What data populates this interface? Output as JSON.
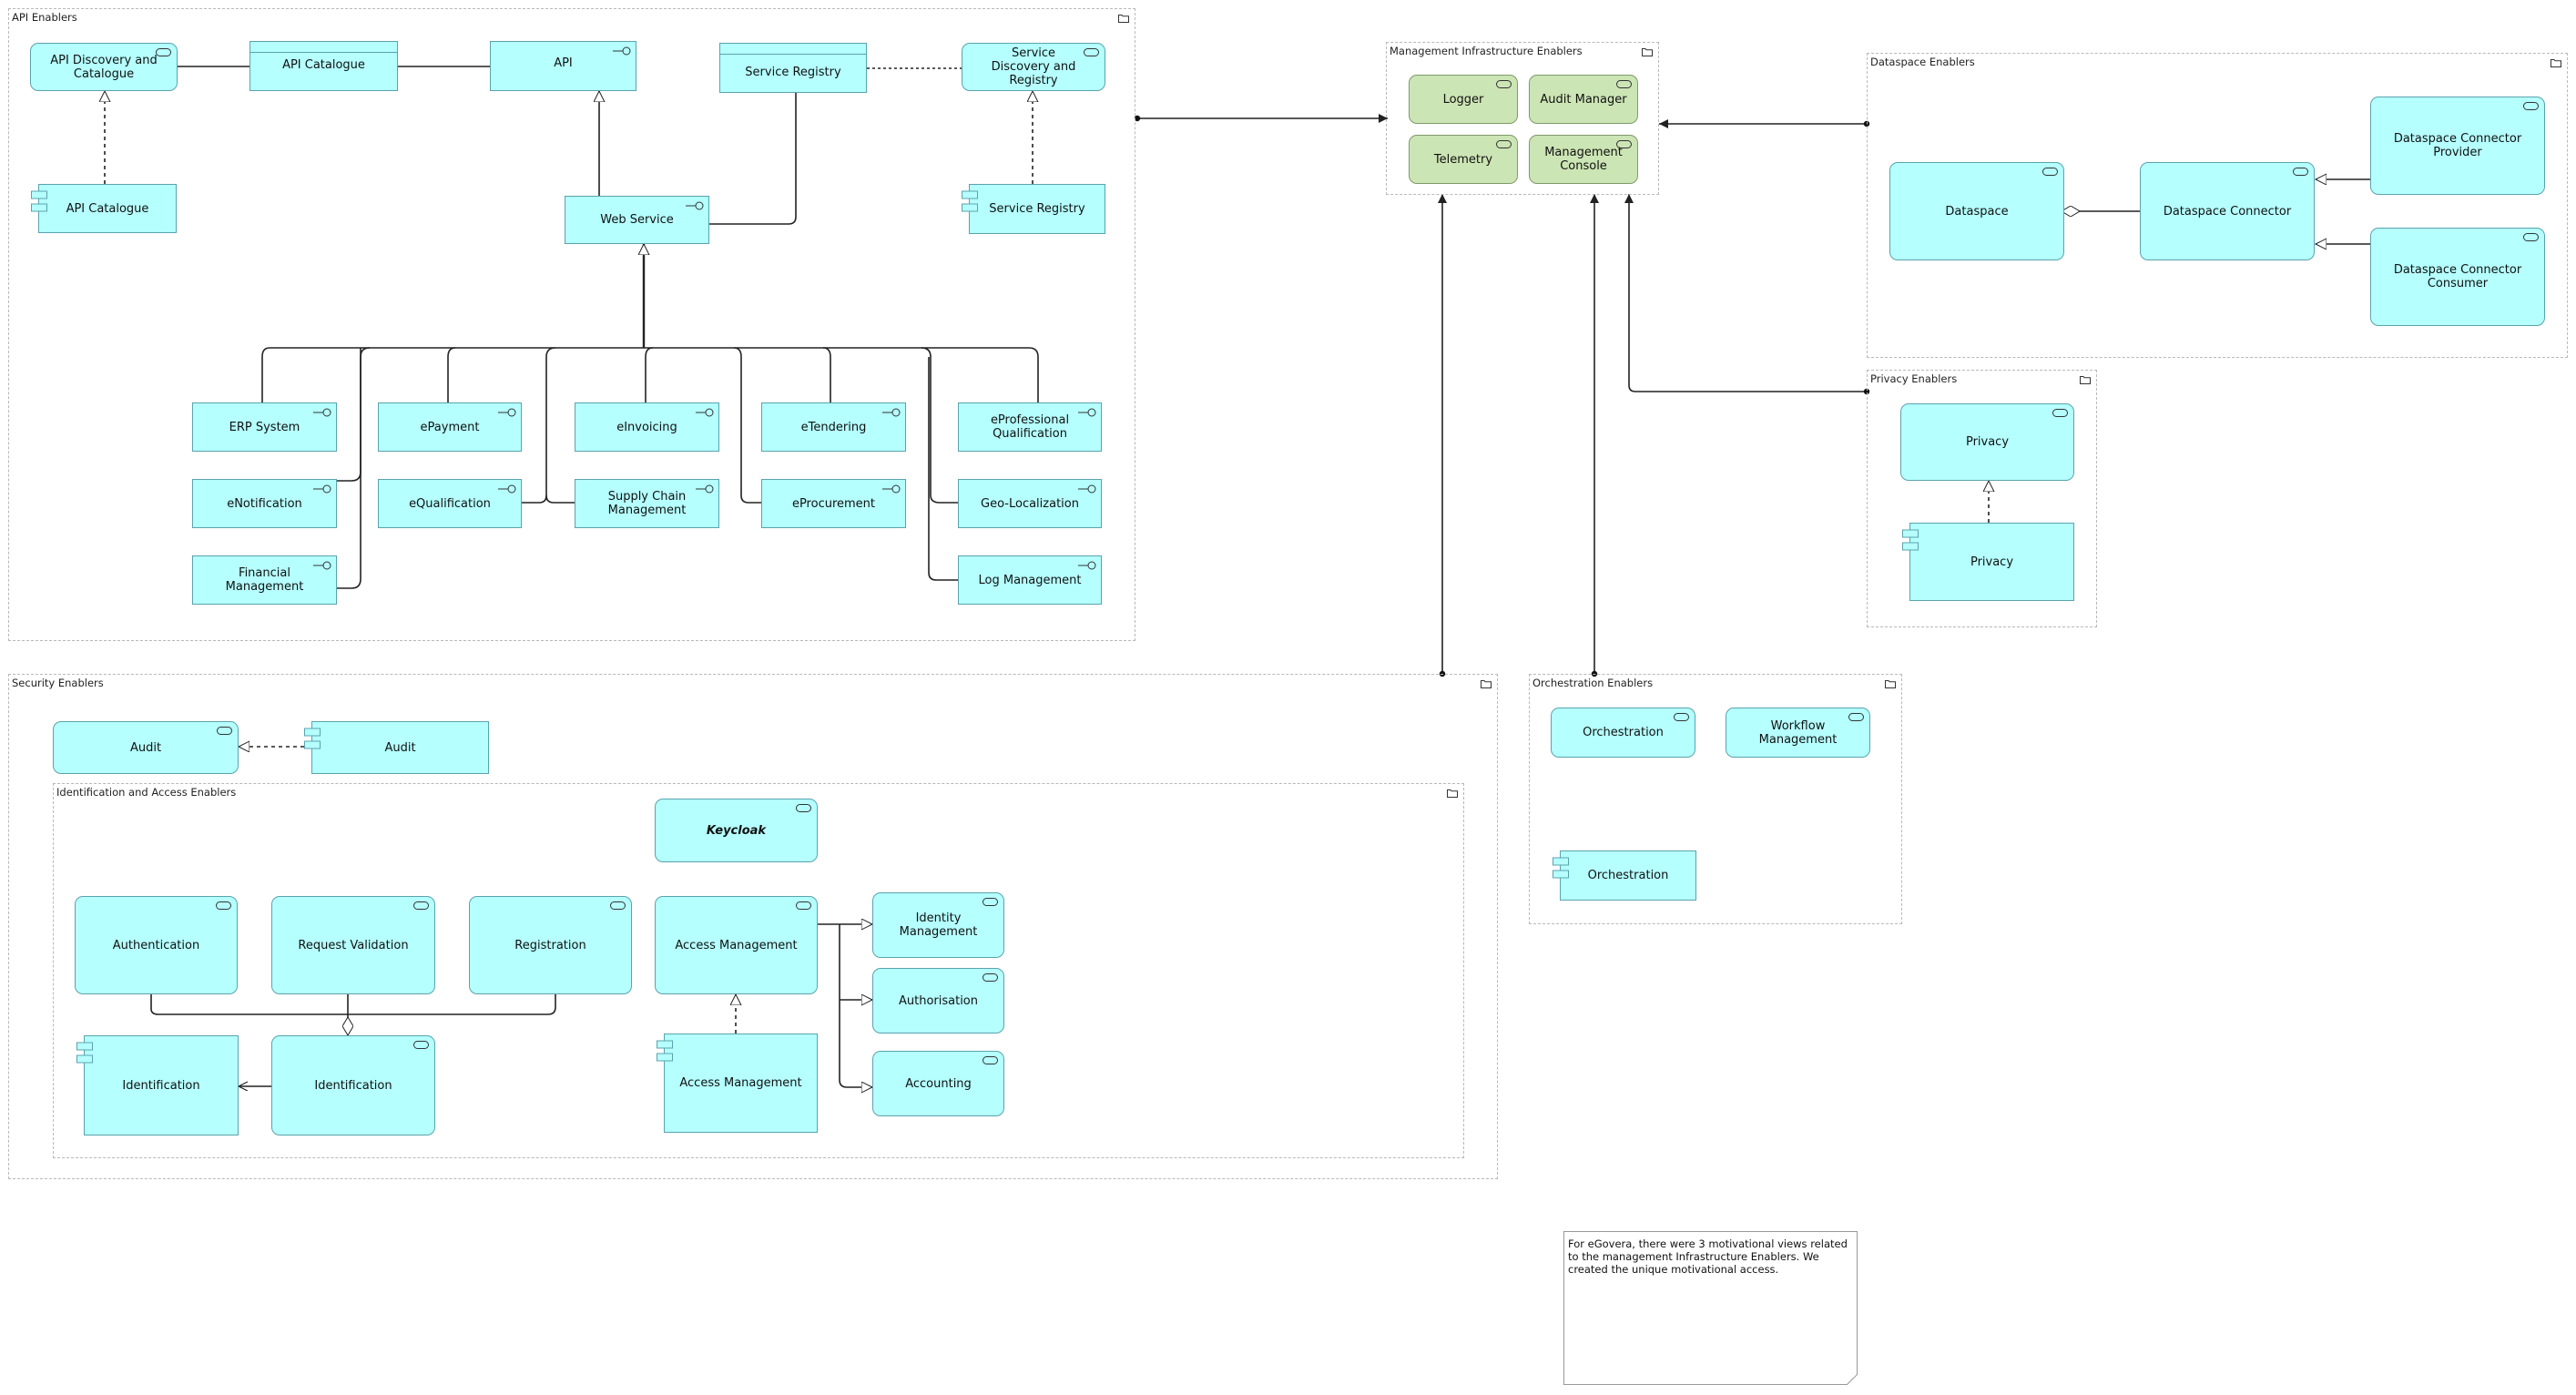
{
  "colors": {
    "application": "#b5ffff",
    "technology": "#cce5b4",
    "group_border": "#b8b8b8",
    "line": "#222222"
  },
  "groups": {
    "api": "API Enablers",
    "management": "Management Infrastructure Enablers",
    "dataspace": "Dataspace Enablers",
    "privacy": "Privacy Enablers",
    "security": "Security Enablers",
    "identity": "Identification and Access Enablers",
    "orchestration": "Orchestration Enablers"
  },
  "nodes": {
    "api_discovery": "API Discovery and Catalogue",
    "api_catalogue_obj": "API Catalogue",
    "api_iface": "API",
    "service_registry_obj": "Service Registry",
    "service_discovery": "Service Discovery and Registry",
    "api_catalogue_comp": "API Catalogue",
    "web_service": "Web Service",
    "service_registry_comp": "Service Registry",
    "erp": "ERP System",
    "epayment": "ePayment",
    "einvoicing": "eInvoicing",
    "etendering": "eTendering",
    "eprof_qual": "eProfessional Qualification",
    "enotification": "eNotification",
    "equalification": "eQualification",
    "supply_chain": "Supply Chain Management",
    "eprocurement": "eProcurement",
    "geo_localization": "Geo-Localization",
    "financial_mgmt": "Financial Management",
    "log_mgmt": "Log Management",
    "logger": "Logger",
    "audit_manager": "Audit Manager",
    "telemetry": "Telemetry",
    "mgmt_console": "Management Console",
    "dataspace": "Dataspace",
    "dataspace_connector": "Dataspace Connector",
    "ds_provider": "Dataspace Connector Provider",
    "ds_consumer": "Dataspace Connector Consumer",
    "privacy_svc": "Privacy",
    "privacy_comp": "Privacy",
    "audit_svc": "Audit",
    "audit_comp": "Audit",
    "keycloak": "Keycloak",
    "authentication": "Authentication",
    "request_validation": "Request Validation",
    "registration": "Registration",
    "access_mgmt_svc": "Access Management",
    "identity_mgmt": "Identity Management",
    "authorisation": "Authorisation",
    "accounting": "Accounting",
    "identification_comp": "Identification",
    "identification_svc": "Identification",
    "access_mgmt_comp": "Access Management",
    "orchestration_svc": "Orchestration",
    "workflow_mgmt": "Workflow Management",
    "orchestration_comp": "Orchestration"
  },
  "note": {
    "text": "For eGovera, there were 3 motivational views related to the management Infrastructure Enablers. We created the unique motivational access."
  }
}
